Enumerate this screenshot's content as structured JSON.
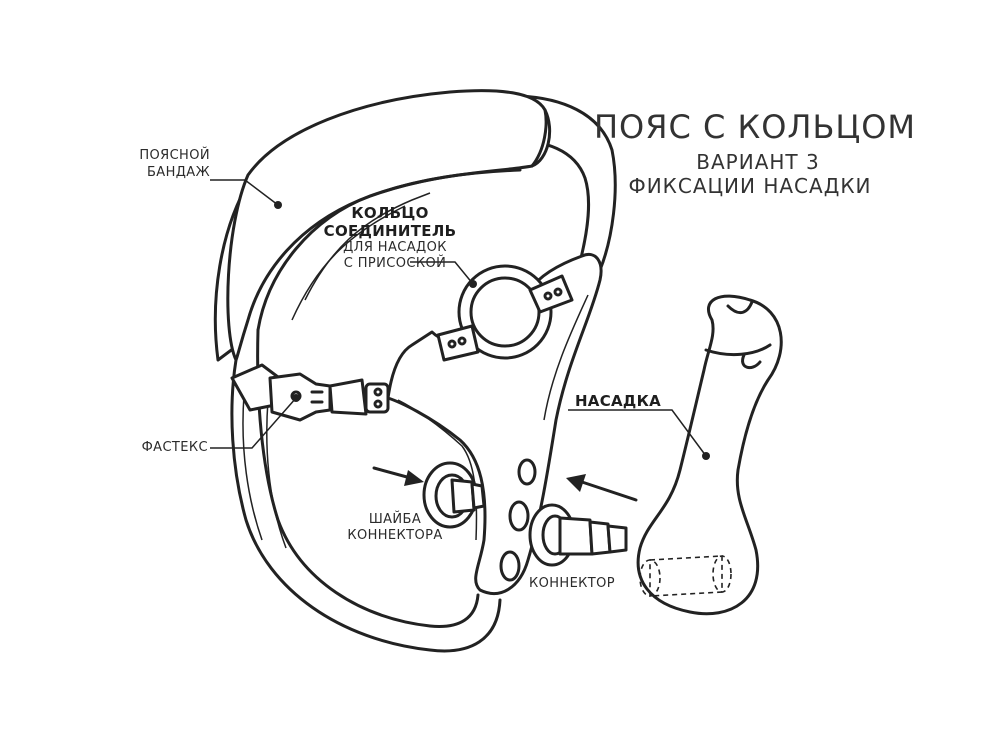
{
  "title": {
    "line1": "ПОЯС С КОЛЬЦОМ",
    "line2": "ВАРИАНТ 3",
    "line3": "ФИКСАЦИИ НАСАДКИ"
  },
  "labels": {
    "belt": [
      "ПОЯСНОЙ",
      "БАНДАЖ"
    ],
    "ring": {
      "bold": [
        "КОЛЬЦО",
        "СОЕДИНИТЕЛЬ"
      ],
      "sub": [
        "ДЛЯ НАСАДОК",
        "С ПРИСОСКОЙ"
      ]
    },
    "buckle": "ФАСТЕКС",
    "attachment": "НАСАДКА",
    "washer": [
      "ШАЙБА",
      "КОННЕКТОРА"
    ],
    "connector": "КОННЕКТОР"
  },
  "colors": {
    "stroke": "#222222",
    "background": "#ffffff",
    "text": "#2b2b2b"
  }
}
